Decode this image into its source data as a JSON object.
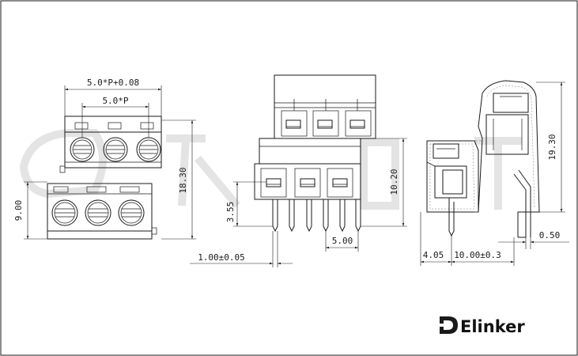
{
  "dimensions": {
    "top_overall": "5.0*P+0.08",
    "top_pitch": "5.0*P",
    "left_height_total": "18.30",
    "left_height_lower": "9.00",
    "mid_pin_offset": "3.55",
    "mid_height": "10.20",
    "mid_pitch": "5.00",
    "pin_thickness": "1.00±0.05",
    "right_height": "19.30",
    "right_pin": "0.50",
    "bottom_left": "4.05",
    "bottom_span": "10.00±0.3"
  },
  "brand": {
    "logo_text": "Elinker",
    "logo_icon": "elinker-logo-icon"
  },
  "colors": {
    "line": "#1a1a1a",
    "watermark": "#e4e4e4"
  }
}
